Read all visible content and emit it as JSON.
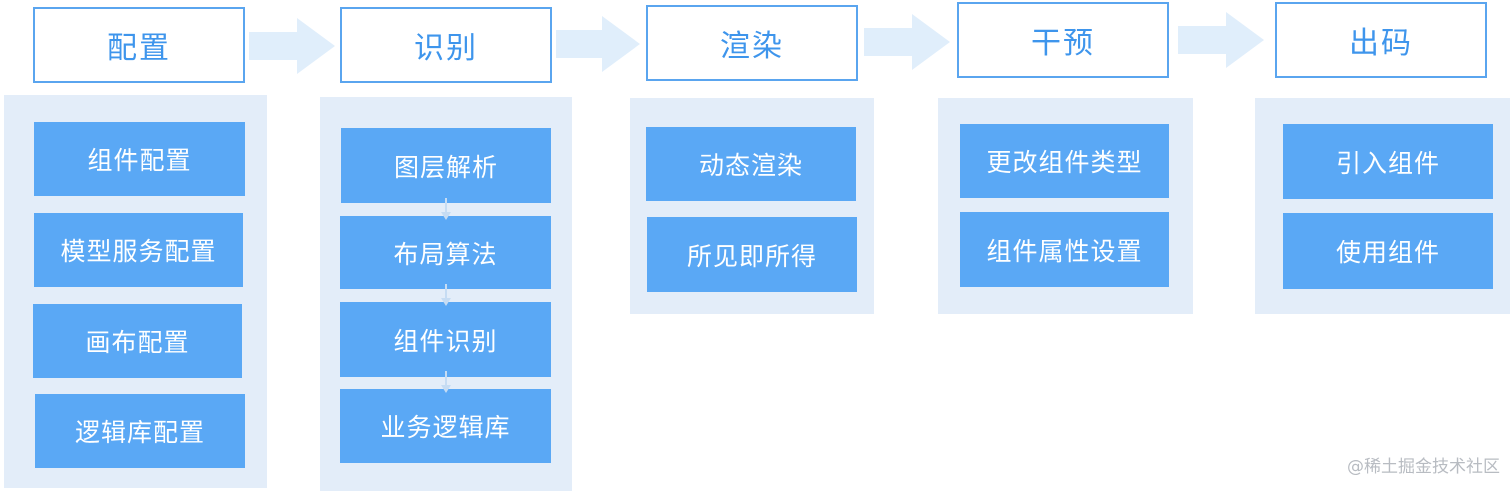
{
  "colors": {
    "title_border": "#5aa5ef",
    "title_text": "#3e95ec",
    "panel_bg": "#e3edf9",
    "box_bg": "#5aa8f5",
    "box_text": "#ffffff",
    "flow_arrow": "#e0eefb",
    "down_arrow": "#c6dcf3"
  },
  "stages": [
    {
      "title": "配置",
      "items": [
        "组件配置",
        "模型服务配置",
        "画布配置",
        "逻辑库配置"
      ]
    },
    {
      "title": "识别",
      "items": [
        "图层解析",
        "布局算法",
        "组件识别",
        "业务逻辑库"
      ]
    },
    {
      "title": "渲染",
      "items": [
        "动态渲染",
        "所见即所得"
      ]
    },
    {
      "title": "干预",
      "items": [
        "更改组件类型",
        "组件属性设置"
      ]
    },
    {
      "title": "出码",
      "items": [
        "引入组件",
        "使用组件"
      ]
    }
  ],
  "watermark": "@稀土掘金技术社区"
}
